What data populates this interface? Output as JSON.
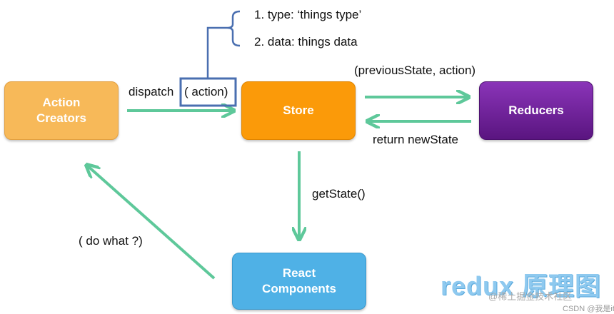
{
  "nodes": {
    "action_creators": "Action\nCreators",
    "store": "Store",
    "reducers": "Reducers",
    "react_components": "React\nComponents"
  },
  "labels": {
    "dispatch": "dispatch",
    "action": "( action)",
    "previous_state": "(previousState, action)",
    "return_new_state": "return newState",
    "get_state": "getState()",
    "do_what": "( do what ?)",
    "action_type": "1. type: ‘things type’",
    "action_data": "2. data: things data"
  },
  "watermark": {
    "title": "redux 原理图",
    "line1": "@稀土掘金技术社区",
    "line2": "CSDN @我是it"
  },
  "colors": {
    "arrow": "#5ec89a",
    "bracket": "#4a6fb0",
    "action_creators": "#f7b959",
    "store": "#fb9a09",
    "reducers": "#6a1f94",
    "react_components": "#4fb1e6"
  }
}
